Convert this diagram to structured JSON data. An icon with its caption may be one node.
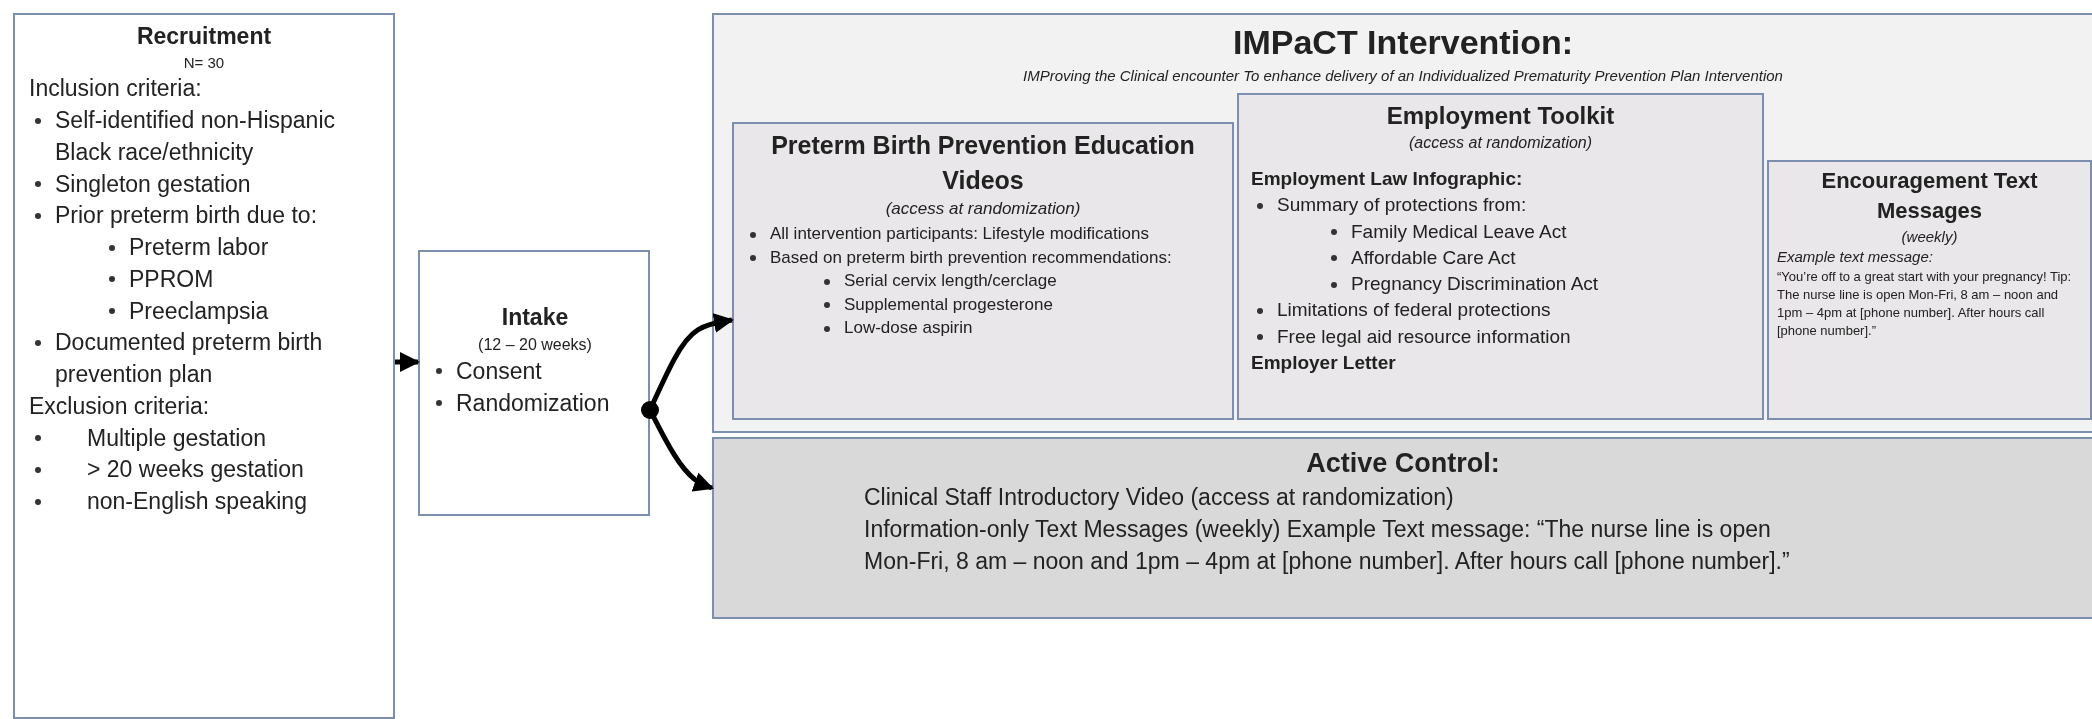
{
  "diagram": {
    "nodes": [
      {
        "text": [
          "Recruitment",
          "N= 30",
          "Inclusion criteria:",
          "Self-identified non-Hispanic Black race/ethnicity",
          "Singleton gestation",
          "Prior preterm birth due to:",
          "Preterm labor",
          "PPROM",
          "Preeclampsia",
          "Documented preterm birth prevention plan",
          "Exclusion criteria:",
          "Multiple gestation",
          "> 20 weeks gestation",
          "non-English speaking"
        ]
      },
      {
        "text": [
          "Intake",
          "(12 – 20 weeks)",
          "Consent",
          "Randomization"
        ]
      },
      {
        "text": [
          "IMPaCT Intervention:",
          "IMProving the Clinical encounter To enhance delivery of an Individualized Prematurity Prevention Plan Intervention"
        ]
      },
      {
        "text": [
          "Preterm Birth Prevention Education Videos",
          "(access at randomization)",
          "All intervention participants: Lifestyle modifications",
          "Based on preterm birth prevention recommendations:",
          "Serial cervix length/cerclage",
          "Supplemental progesterone",
          "Low-dose aspirin"
        ],
        "in": 2
      },
      {
        "text": [
          "Employment Toolkit",
          "(access at randomization)",
          "Employment Law Infographic:",
          "Summary of protections from:",
          "Family Medical Leave Act",
          "Affordable Care Act",
          "Pregnancy Discrimination Act",
          "Limitations of federal protections",
          "Free legal aid resource information",
          "Employer Letter"
        ],
        "in": 2
      },
      {
        "text": [
          "Encouragement Text Messages",
          "(weekly)",
          "Example text message:",
          "“You’re off to a great start with your pregnancy! Tip: The nurse line is open Mon-Fri, 8 am – noon and 1pm – 4pm at [phone number]. After hours call [phone number].”"
        ],
        "in": 2
      },
      {
        "text": [
          "Active Control:",
          "Clinical Staff Introductory Video (access at randomization)",
          "Information-only Text Messages (weekly)  Example Text message: “The nurse line is open Mon-Fri, 8 am – noon and 1pm – 4pm at [phone number]. After hours call [phone number].”"
        ]
      }
    ],
    "edges": [
      {
        "from": 0,
        "to": 1,
        "arrow": "to"
      },
      {
        "from": 1,
        "to": 3,
        "arrow": "to"
      },
      {
        "from": 1,
        "to": 6,
        "arrow": "to"
      }
    ]
  }
}
